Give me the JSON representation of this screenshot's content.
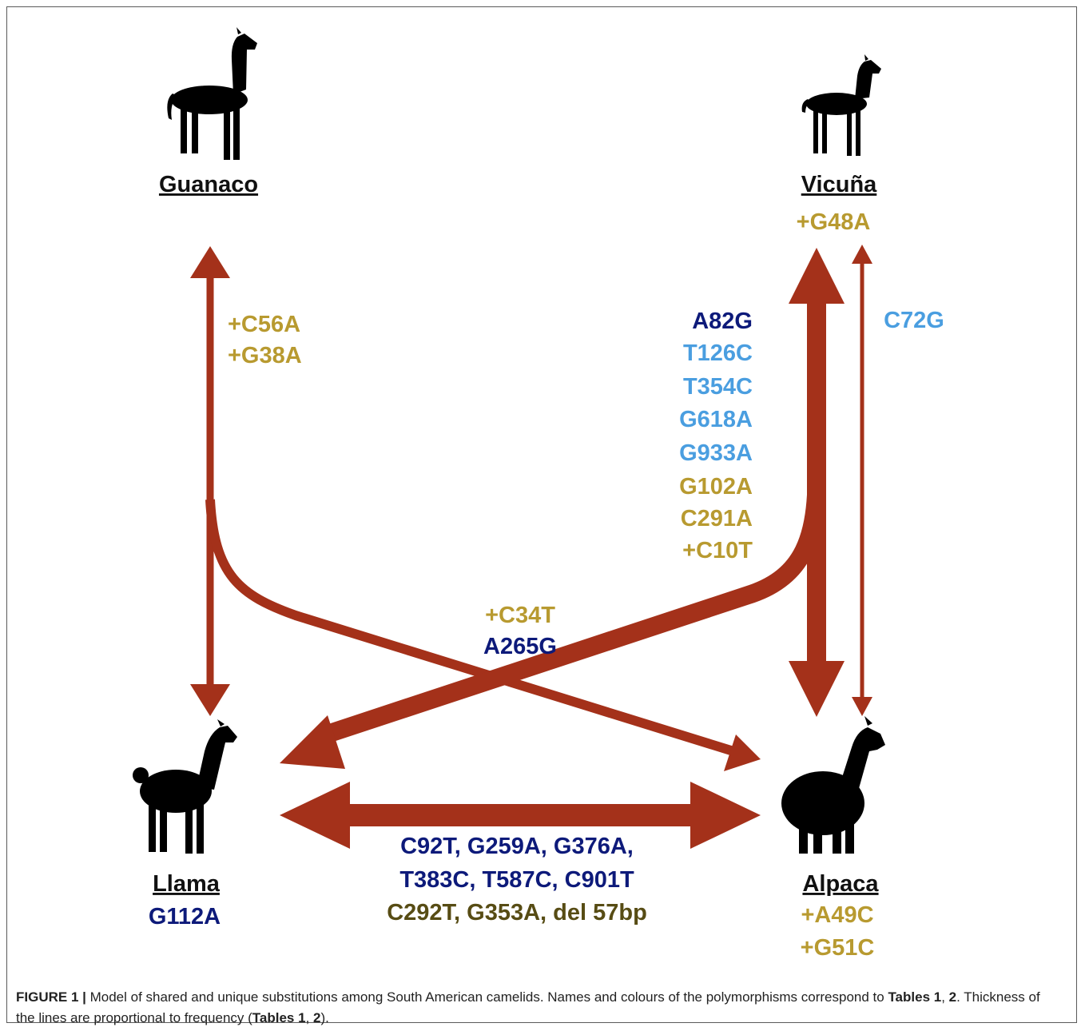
{
  "colors": {
    "arrow": "#a4311a",
    "navy": "#0d1a7a",
    "sky": "#4a9ee0",
    "gold": "#b89a30",
    "olive": "#574c14"
  },
  "species": {
    "guanaco": "Guanaco",
    "vicuna": "Vicuña",
    "llama": "Llama",
    "alpaca": "Alpaca"
  },
  "mutations": {
    "vicuna_unique": "+G48A",
    "guanaco_llama": [
      "+C56A",
      "+G38A"
    ],
    "vicuna_alpaca_thick": [
      {
        "text": "A82G",
        "color": "navy"
      },
      {
        "text": "T126C",
        "color": "sky"
      },
      {
        "text": "T354C",
        "color": "sky"
      },
      {
        "text": "G618A",
        "color": "sky"
      },
      {
        "text": "G933A",
        "color": "sky"
      },
      {
        "text": "G102A",
        "color": "gold"
      },
      {
        "text": "C291A",
        "color": "gold"
      },
      {
        "text": "+C10T",
        "color": "gold"
      }
    ],
    "vicuna_alpaca_thin": "C72G",
    "cross": [
      "+C34T",
      "A265G"
    ],
    "llama_unique": "G112A",
    "llama_alpaca": [
      {
        "text": "C92T, G259A, G376A,",
        "color": "navy"
      },
      {
        "text": "T383C, T587C, C901T",
        "color": "navy"
      },
      {
        "text": "C292T, G353A, del 57bp",
        "color": "olive"
      }
    ],
    "alpaca_unique": [
      "+A49C",
      "+G51C"
    ]
  },
  "caption": {
    "label": "FIGURE 1 |",
    "text1": " Model of shared and unique substitutions among South American camelids. Names and colours of the polymorphisms correspond to ",
    "ref1": "Tables 1",
    "sep1": ", ",
    "ref2": "2",
    "text2": ". Thickness of the lines are proportional to frequency (",
    "ref3": "Tables 1",
    "sep2": ", ",
    "ref4": "2",
    "text3": ")."
  }
}
